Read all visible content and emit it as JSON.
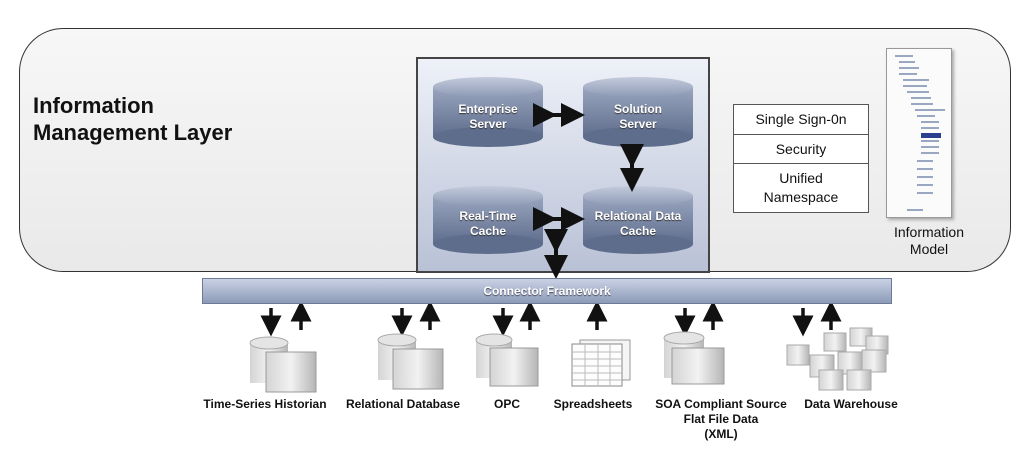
{
  "layer": {
    "title_line1": "Information",
    "title_line2": "Management Layer"
  },
  "servers": {
    "enterprise": [
      "Enterprise",
      "Server"
    ],
    "solution": [
      "Solution",
      "Server"
    ],
    "realtime": [
      "Real-Time",
      "Cache"
    ],
    "relational_cache": [
      "Relational Data",
      "Cache"
    ]
  },
  "services": [
    "Single Sign-0n",
    "Security",
    "Unified\nNamespace"
  ],
  "info_model": {
    "label": "Information Model"
  },
  "connector": {
    "label": "Connector Framework"
  },
  "sources": [
    {
      "label": "Time-Series Historian",
      "icon": "database-icon"
    },
    {
      "label": "Relational Database",
      "icon": "database-icon"
    },
    {
      "label": "OPC",
      "icon": "database-icon"
    },
    {
      "label": "Spreadsheets",
      "icon": "spreadsheet-icon"
    },
    {
      "label": "SOA Compliant Source\nFlat File Data\n(XML)",
      "icon": "database-icon"
    },
    {
      "label": "Data Warehouse",
      "icon": "warehouse-icon"
    }
  ],
  "colors": {
    "cylinder": "#7f8ca8",
    "connector": "#a7b3cc",
    "arrow": "#111111"
  }
}
